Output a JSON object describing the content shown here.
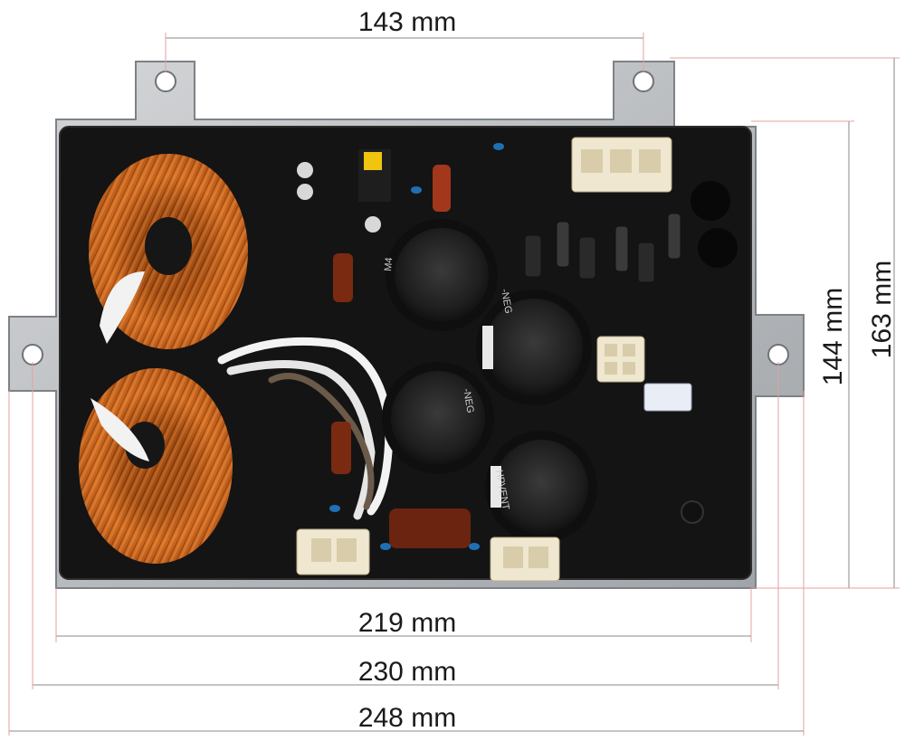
{
  "dimensions": {
    "top_width": "143 mm",
    "height_inner": "144 mm",
    "height_outer": "163 mm",
    "width_board": "219 mm",
    "width_holes": "230 mm",
    "width_overall": "248 mm"
  },
  "component_markings": {
    "cap_left": "M4",
    "cap_right_top": "-NEG",
    "cap_left_bottom": "-NEG",
    "cap_right_bottom": "HPVENT"
  },
  "colors": {
    "board": "#141414",
    "metal": "#b9bcbf",
    "copper": "#c8631f",
    "dim_line": "#8a8a8a"
  }
}
